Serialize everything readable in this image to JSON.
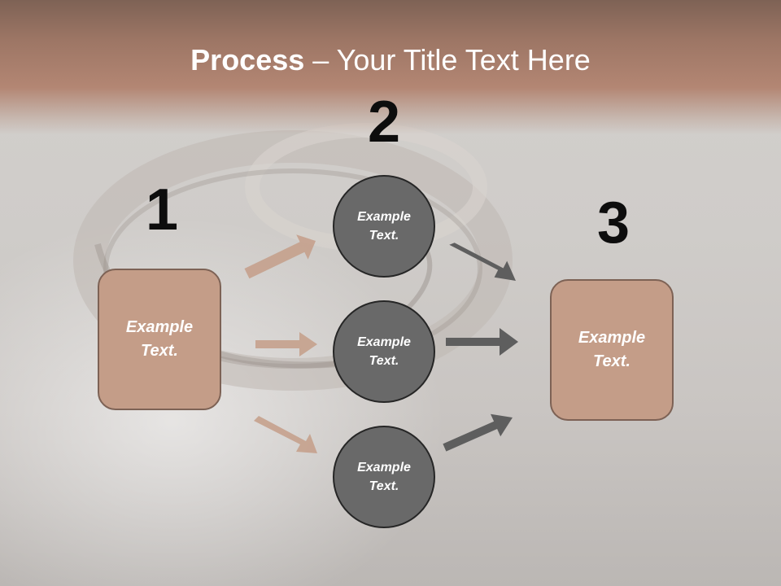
{
  "title": {
    "bold": "Process",
    "rest": " – Your Title Text Here"
  },
  "steps": [
    {
      "number": "1",
      "box_text": "Example\nText."
    },
    {
      "number": "2",
      "circles": [
        "Example\nText.",
        "Example\nText.",
        "Example\nText."
      ]
    },
    {
      "number": "3",
      "box_text": "Example\nText."
    }
  ],
  "colors": {
    "header": "#a87b67",
    "box_fill": "#c49d88",
    "circle_fill": "#696969",
    "arrow_light": "#c49d88",
    "arrow_dark": "#5e5e5e"
  }
}
